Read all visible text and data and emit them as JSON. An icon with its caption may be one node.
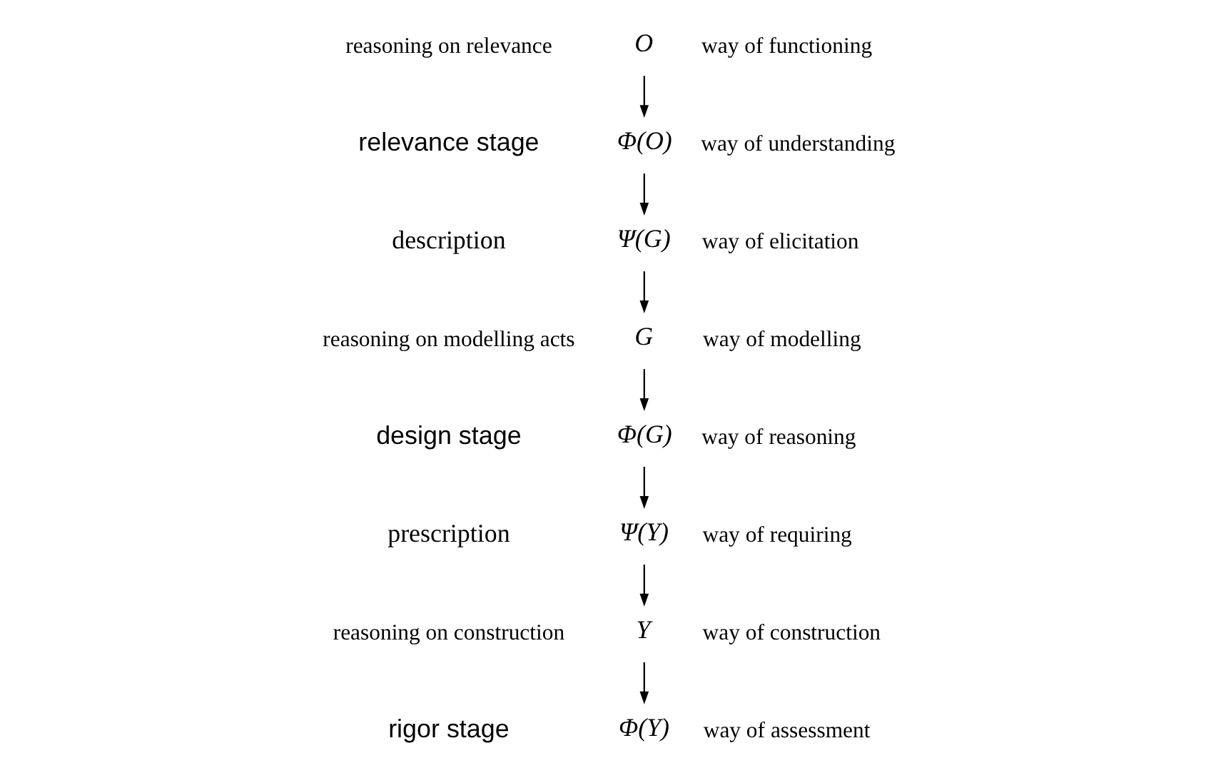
{
  "diagram": {
    "nodes": [
      {
        "text": [
          "O"
        ],
        "beside": [
          "way of functioning"
        ]
      },
      {
        "text": [
          "Φ(O)"
        ],
        "beside": [
          "way of understanding"
        ]
      },
      {
        "text": [
          "Ψ(G)"
        ],
        "beside": [
          "way of elicitation"
        ]
      },
      {
        "text": [
          "G"
        ],
        "beside": [
          "way of modelling"
        ]
      },
      {
        "text": [
          "Φ(G)"
        ],
        "beside": [
          "way of reasoning"
        ]
      },
      {
        "text": [
          "Ψ(Y)"
        ],
        "beside": [
          "way of requiring"
        ]
      },
      {
        "text": [
          "Y"
        ],
        "beside": [
          "way of construction"
        ]
      },
      {
        "text": [
          "Φ(Y)"
        ],
        "beside": [
          "way of assessment"
        ]
      }
    ],
    "edges": [
      {
        "from": 0,
        "to": 1,
        "arrow": "to"
      },
      {
        "from": 1,
        "to": 2,
        "arrow": "to"
      },
      {
        "from": 2,
        "to": 3,
        "arrow": "to"
      },
      {
        "from": 3,
        "to": 4,
        "arrow": "to"
      },
      {
        "from": 4,
        "to": 5,
        "arrow": "to"
      },
      {
        "from": 5,
        "to": 6,
        "arrow": "to"
      },
      {
        "from": 6,
        "to": 7,
        "arrow": "to"
      }
    ],
    "labels": [
      "reasoning on relevance",
      "relevance stage",
      "description",
      "reasoning on modelling acts",
      "design stage",
      "prescription",
      "reasoning on construction",
      "rigor stage"
    ]
  }
}
